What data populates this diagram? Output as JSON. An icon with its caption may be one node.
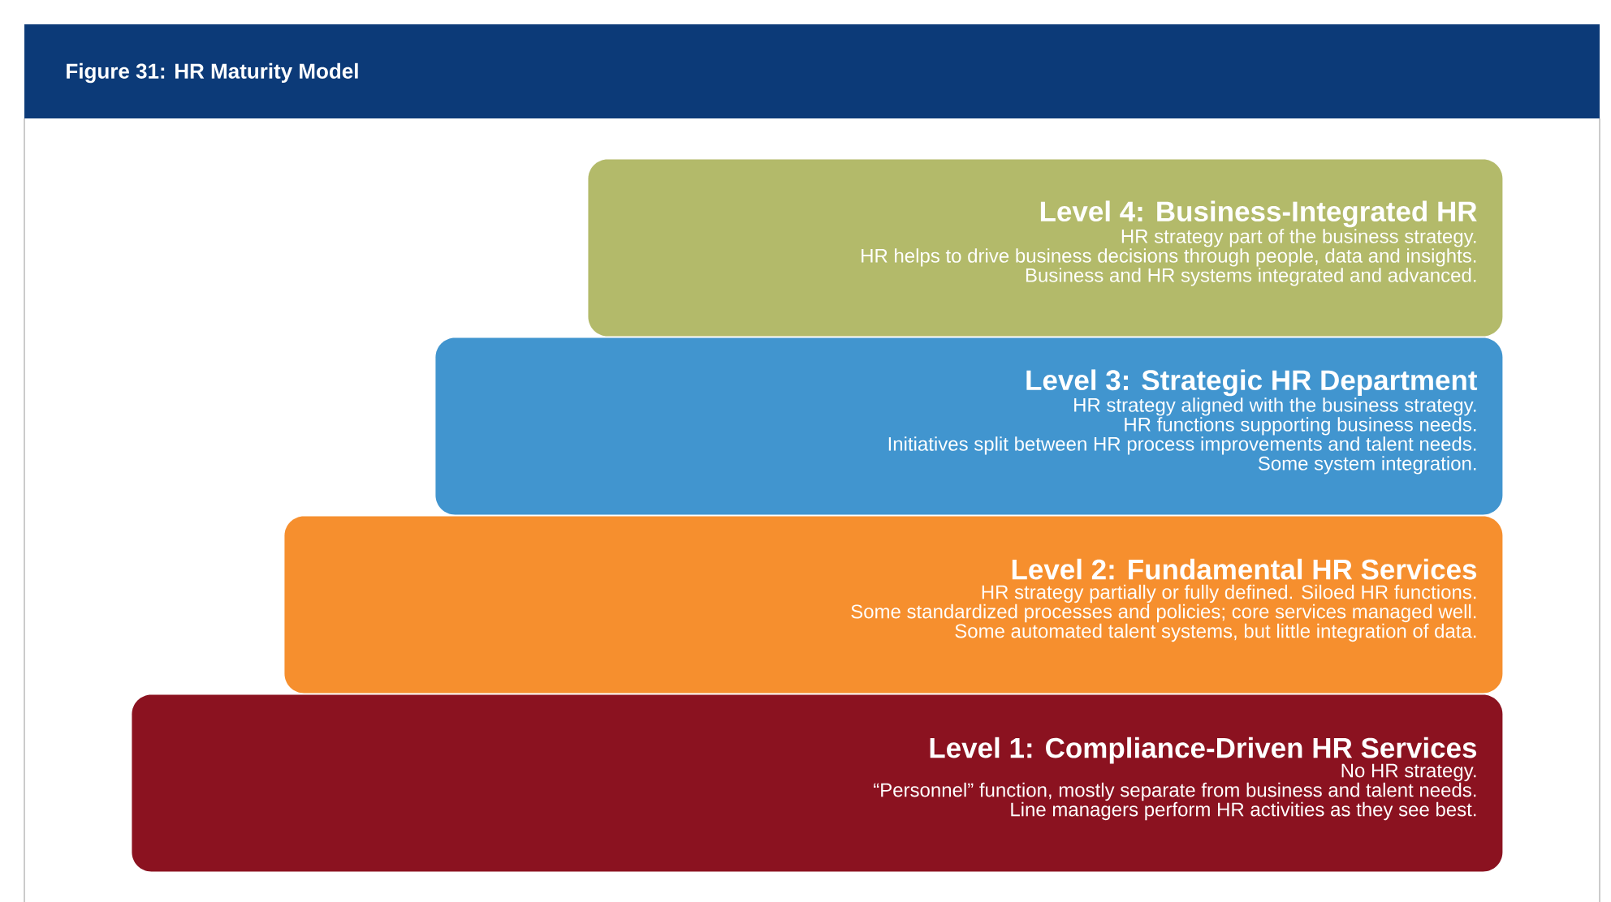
{
  "diagram": {
    "title": "Figure 31: HR Maturity Model",
    "nodes": [
      {
        "text": [
          "Level 4: Business-Integrated HR",
          "HR strategy part of the business strategy.",
          "HR helps to drive business decisions through people, data and insights.",
          "Business and HR systems integrated and advanced."
        ]
      },
      {
        "text": [
          "Level 3: Strategic HR Department",
          "HR strategy aligned with the business strategy.",
          "HR functions supporting business needs.",
          "Initiatives split between HR process improvements and talent needs.",
          "Some system integration."
        ]
      },
      {
        "text": [
          "Level 2: Fundamental HR Services",
          "HR strategy partially or fully defined.  Siloed HR functions.",
          "Some standardized processes and policies; core services managed well.",
          "Some automated talent systems, but little integration of data."
        ]
      },
      {
        "text": [
          "Level 1: Compliance-Driven HR Services",
          "No HR strategy.",
          "“Personnel” function, mostly separate from business and talent needs.",
          "Line managers perform HR activities as they see best."
        ]
      }
    ]
  }
}
